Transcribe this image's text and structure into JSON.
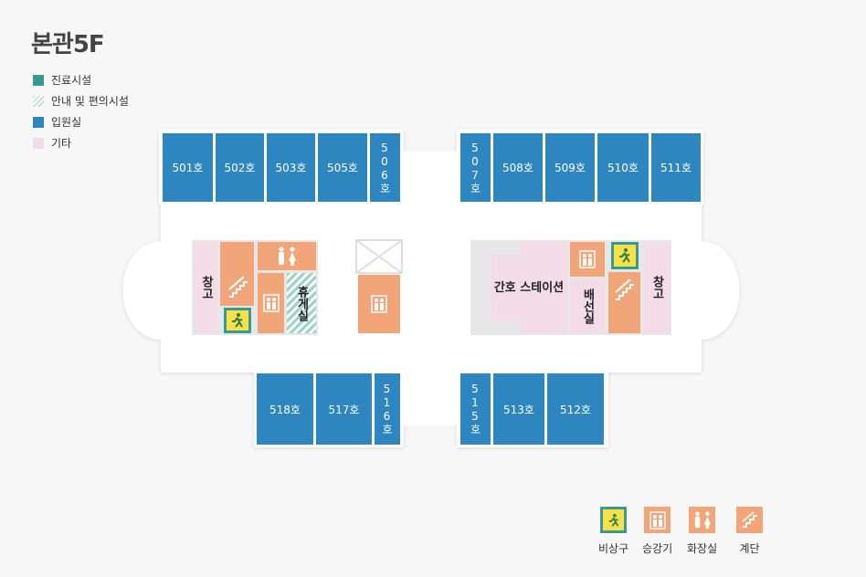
{
  "title": "본관5F",
  "legend": [
    {
      "label": "진료시설",
      "color": "#3a9a8f"
    },
    {
      "label": "안내 및 편의시설",
      "color": "#bfe3db"
    },
    {
      "label": "입원실",
      "color": "#2e86c1"
    },
    {
      "label": "기타",
      "color": "#f3dbe7"
    }
  ],
  "rooms": {
    "r501": "501호",
    "r502": "502호",
    "r503": "503호",
    "r505": "505호",
    "r506": "506호",
    "r507": "507호",
    "r508": "508호",
    "r509": "509호",
    "r510": "510호",
    "r511": "511호",
    "r518": "518호",
    "r517": "517호",
    "r516": "516호",
    "r515": "515호",
    "r513": "513호",
    "r512": "512호"
  },
  "areas": {
    "storage_left": "창고",
    "storage_right": "창고",
    "lounge": "휴게실",
    "nurse_station": "간호 스테이션",
    "pantry": "배선실"
  },
  "icon_legend": [
    {
      "label": "비상구",
      "icon": "emergency-exit-icon"
    },
    {
      "label": "승강기",
      "icon": "elevator-icon"
    },
    {
      "label": "화장실",
      "icon": "restroom-icon"
    },
    {
      "label": "계단",
      "icon": "stairs-icon"
    }
  ],
  "colors": {
    "ward": "#2e86c1",
    "utility": "#f2a578",
    "other": "#f3dbe7",
    "exit": "#f5e14a",
    "exit_border": "#3a9a8f"
  }
}
